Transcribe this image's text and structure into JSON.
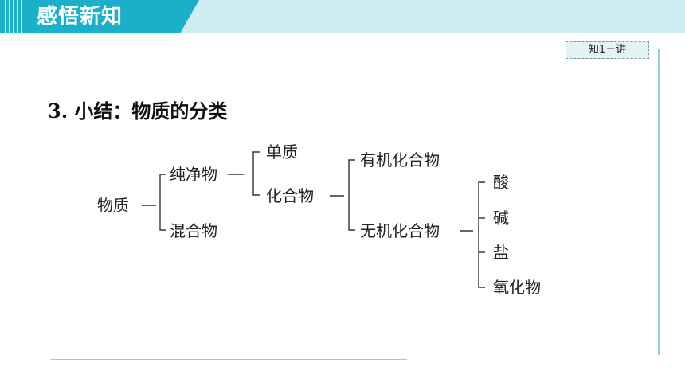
{
  "header": {
    "title": "感悟新知"
  },
  "badge": {
    "label": "知1－讲"
  },
  "section": {
    "heading": "3. 小结：物质的分类"
  },
  "tree": {
    "root": "物质",
    "pure": "纯净物",
    "mixture": "混合物",
    "element": "单质",
    "compound": "化合物",
    "organic": "有机化合物",
    "inorganic": "无机化合物",
    "acid": "酸",
    "base": "碱",
    "salt": "盐",
    "oxide": "氧化物"
  }
}
